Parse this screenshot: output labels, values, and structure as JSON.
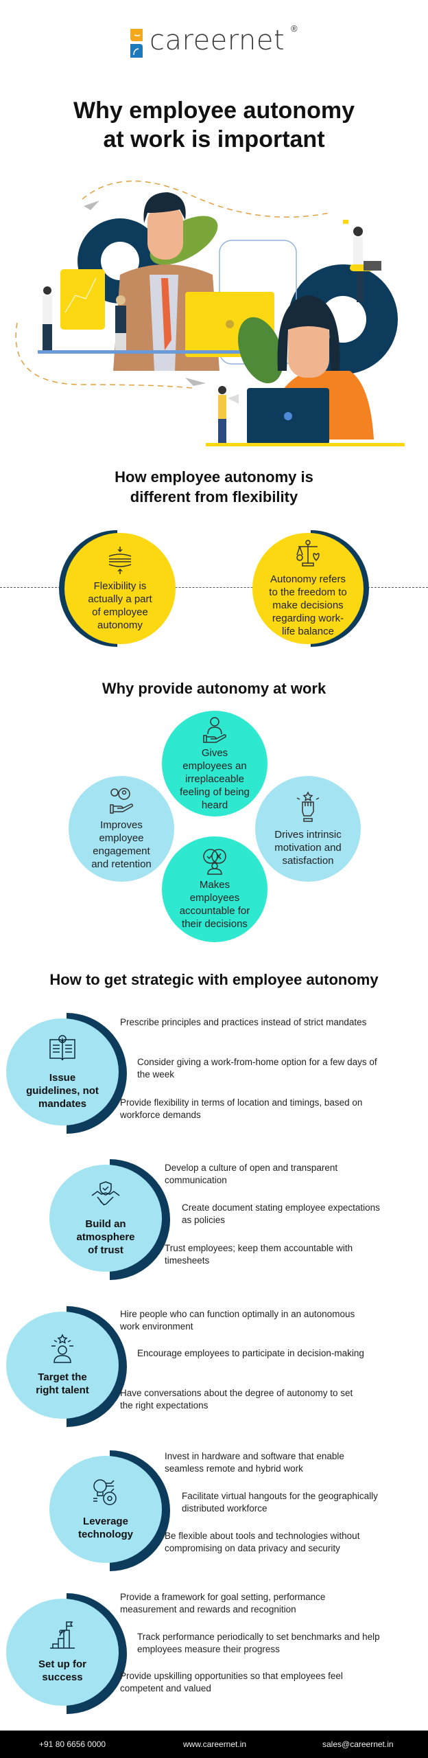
{
  "brand": {
    "name": "careernet",
    "registered": "®"
  },
  "title": [
    "Why employee autonomy",
    "at work is important"
  ],
  "difference": {
    "heading": [
      "How employee autonomy is",
      "different from flexibility"
    ],
    "items": [
      {
        "icon": "compress-icon",
        "text": [
          "Flexibility is",
          "actually a part",
          "of employee",
          "autonomy"
        ]
      },
      {
        "icon": "balance-scale-icon",
        "text": [
          "Autonomy refers",
          "to the freedom to",
          "make decisions",
          "regarding work-",
          "life balance"
        ]
      }
    ]
  },
  "why": {
    "heading": "Why provide autonomy at work",
    "items": [
      {
        "icon": "hand-person-icon",
        "text": [
          "Gives",
          "employees an",
          "irreplaceable",
          "feeling of being",
          "heard"
        ]
      },
      {
        "icon": "hand-gears-icon",
        "text": [
          "Improves",
          "employee",
          "engagement",
          "and retention"
        ]
      },
      {
        "icon": "raised-fist-star-icon",
        "text": [
          "Drives intrinsic",
          "motivation and",
          "satisfaction"
        ]
      },
      {
        "icon": "person-decision-icon",
        "text": [
          "Makes",
          "employees",
          "accountable for",
          "their decisions"
        ]
      }
    ]
  },
  "strategic": {
    "heading": "How to get strategic with employee autonomy",
    "items": [
      {
        "label": [
          "Issue",
          "guidelines, not",
          "mandates"
        ],
        "icon": "info-book-icon",
        "bullets": [
          "Prescribe principles and practices instead of strict mandates",
          "Consider giving a work-from-home option for a few days of the week",
          "Provide flexibility in terms of location and timings, based on workforce demands"
        ]
      },
      {
        "label": [
          "Build an",
          "atmosphere",
          "of trust"
        ],
        "icon": "handshake-shield-icon",
        "bullets": [
          "Develop a culture of open and transparent communication",
          "Create document stating employee expectations as policies",
          "Trust employees; keep them accountable with timesheets"
        ]
      },
      {
        "label": [
          "Target the",
          "right talent"
        ],
        "icon": "person-star-icon",
        "bullets": [
          "Hire people who can function optimally in an autonomous work environment",
          "Encourage employees to participate in decision-making",
          "Have conversations about the degree of autonomy to set the right expectations"
        ]
      },
      {
        "label": [
          "Leverage",
          "technology"
        ],
        "icon": "bulb-gear-icon",
        "bullets": [
          "Invest in hardware and software that enable seamless remote and hybrid work",
          "Facilitate virtual hangouts for the geographically distributed workforce",
          "Be flexible about tools and technologies without compromising on data privacy and security"
        ]
      },
      {
        "label": [
          "Set up for",
          "success"
        ],
        "icon": "climb-flag-icon",
        "bullets": [
          "Provide a framework for goal setting, performance measurement and rewards and recognition",
          "Track performance periodically to set benchmarks and help employees measure their progress",
          "Provide upskilling opportunities so that employees feel competent and valued"
        ]
      }
    ]
  },
  "footer": {
    "phone": "+91 80 6656 0000",
    "website": "www.careernet.in",
    "email": "sales@careernet.in"
  },
  "colors": {
    "yellow": "#fcd813",
    "navy": "#0d3b5c",
    "teal": "#2fe8d0",
    "lightblue": "#a3e3f2",
    "orange": "#f58220"
  }
}
